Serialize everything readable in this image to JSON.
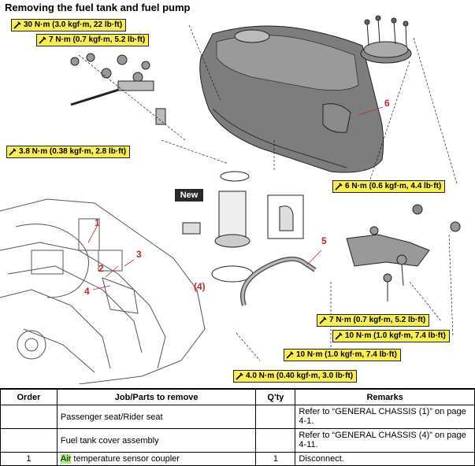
{
  "title": "Removing the fuel tank and fuel pump",
  "torque_specs": [
    {
      "id": "t1",
      "text": "30 N·m (3.0 kgf·m, 22 lb·ft)"
    },
    {
      "id": "t2",
      "text": "7 N·m (0.7 kgf·m, 5.2 lb·ft)"
    },
    {
      "id": "t3",
      "text": "3.8 N·m (0.38 kgf·m, 2.8 lb·ft)"
    },
    {
      "id": "t4",
      "text": "6 N·m (0.6 kgf·m, 4.4 lb·ft)"
    },
    {
      "id": "t5",
      "text": "7 N·m (0.7 kgf·m, 5.2 lb·ft)"
    },
    {
      "id": "t6",
      "text": "10 N·m (1.0 kgf·m, 7.4 lb·ft)"
    },
    {
      "id": "t7",
      "text": "10 N·m (1.0 kgf·m, 7.4 lb·ft)"
    },
    {
      "id": "t8",
      "text": "4.0 N·m (0.40 kgf·m, 3.0 lb·ft)"
    }
  ],
  "callouts": {
    "c1": "1",
    "c2": "2",
    "c3": "3",
    "c4": "4",
    "c5": "5",
    "c6": "6",
    "c4p": "(4)"
  },
  "new_label": "New",
  "table": {
    "headers": {
      "order": "Order",
      "job": "Job/Parts to remove",
      "qty": "Q'ty",
      "remarks": "Remarks"
    },
    "rows": [
      {
        "order": "",
        "job": "Passenger seat/Rider seat",
        "qty": "",
        "remarks": "Refer to “GENERAL CHASSIS (1)” on page 4-1."
      },
      {
        "order": "",
        "job": "Fuel tank cover assembly",
        "qty": "",
        "remarks": "Refer to “GENERAL CHASSIS (4)” on page 4-11."
      },
      {
        "order": "1",
        "job_hl": "Air",
        "job_rest": " temperature sensor coupler",
        "qty": "1",
        "remarks": "Disconnect."
      }
    ]
  },
  "colors": {
    "torque_bg": "#f7ef4f",
    "callout": "#c0272d",
    "highlight": "#a7f06d"
  }
}
